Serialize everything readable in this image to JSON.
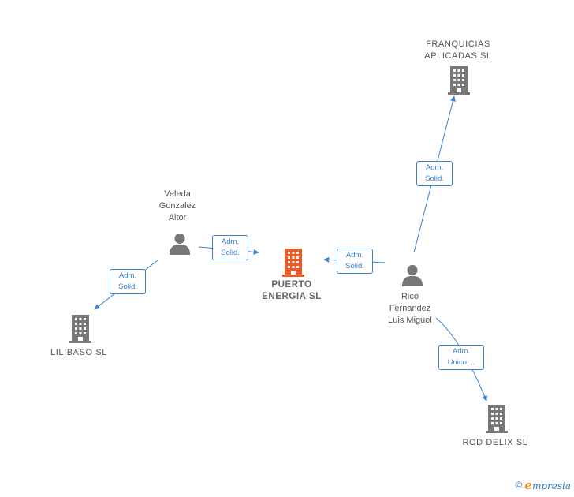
{
  "nodes": {
    "puerto": {
      "label": "PUERTO\nENERGIA  SL",
      "kind": "company",
      "color": "#f05a28"
    },
    "franq": {
      "label": "FRANQUICIAS\nAPLICADAS  SL",
      "kind": "company",
      "color": "#777777"
    },
    "lilibaso": {
      "label": "LILIBASO  SL",
      "kind": "company",
      "color": "#777777"
    },
    "rod": {
      "label": "ROD DELIX  SL",
      "kind": "company",
      "color": "#777777"
    },
    "veleda": {
      "label": "Veleda\nGonzalez\nAitor",
      "kind": "person",
      "color": "#777777"
    },
    "rico": {
      "label": "Rico\nFernandez\nLuis Miguel",
      "kind": "person",
      "color": "#777777"
    }
  },
  "edges": {
    "veleda_puerto": "Adm.\nSolid.",
    "veleda_lilibaso": "Adm.\nSolid.",
    "rico_puerto": "Adm.\nSolid.",
    "rico_franq": "Adm.\nSolid.",
    "rico_rod": "Adm.\nUnico,..."
  },
  "colors": {
    "edge": "#3b80d0",
    "highlight": "#f05a28",
    "icon": "#777777"
  },
  "footer": {
    "copyright": "©",
    "brand_first": "e",
    "brand_rest": "mpresia"
  }
}
